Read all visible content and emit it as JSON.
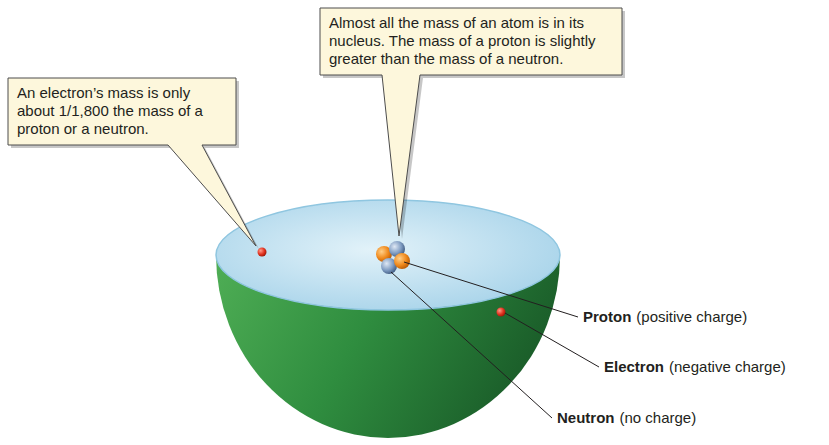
{
  "diagram": {
    "nodes": [
      {
        "text": [
          "An electron’s mass is only about 1/1,800 the mass of a proton or a neutron."
        ]
      },
      {
        "text": [
          "Almost all the mass of an atom is in its nucleus. The mass of a proton is slightly greater than the mass of a neutron."
        ]
      }
    ],
    "labels": [
      "Proton",
      "(positive charge)",
      "Electron",
      "(negative charge)",
      "Neutron",
      "(no charge)"
    ]
  }
}
